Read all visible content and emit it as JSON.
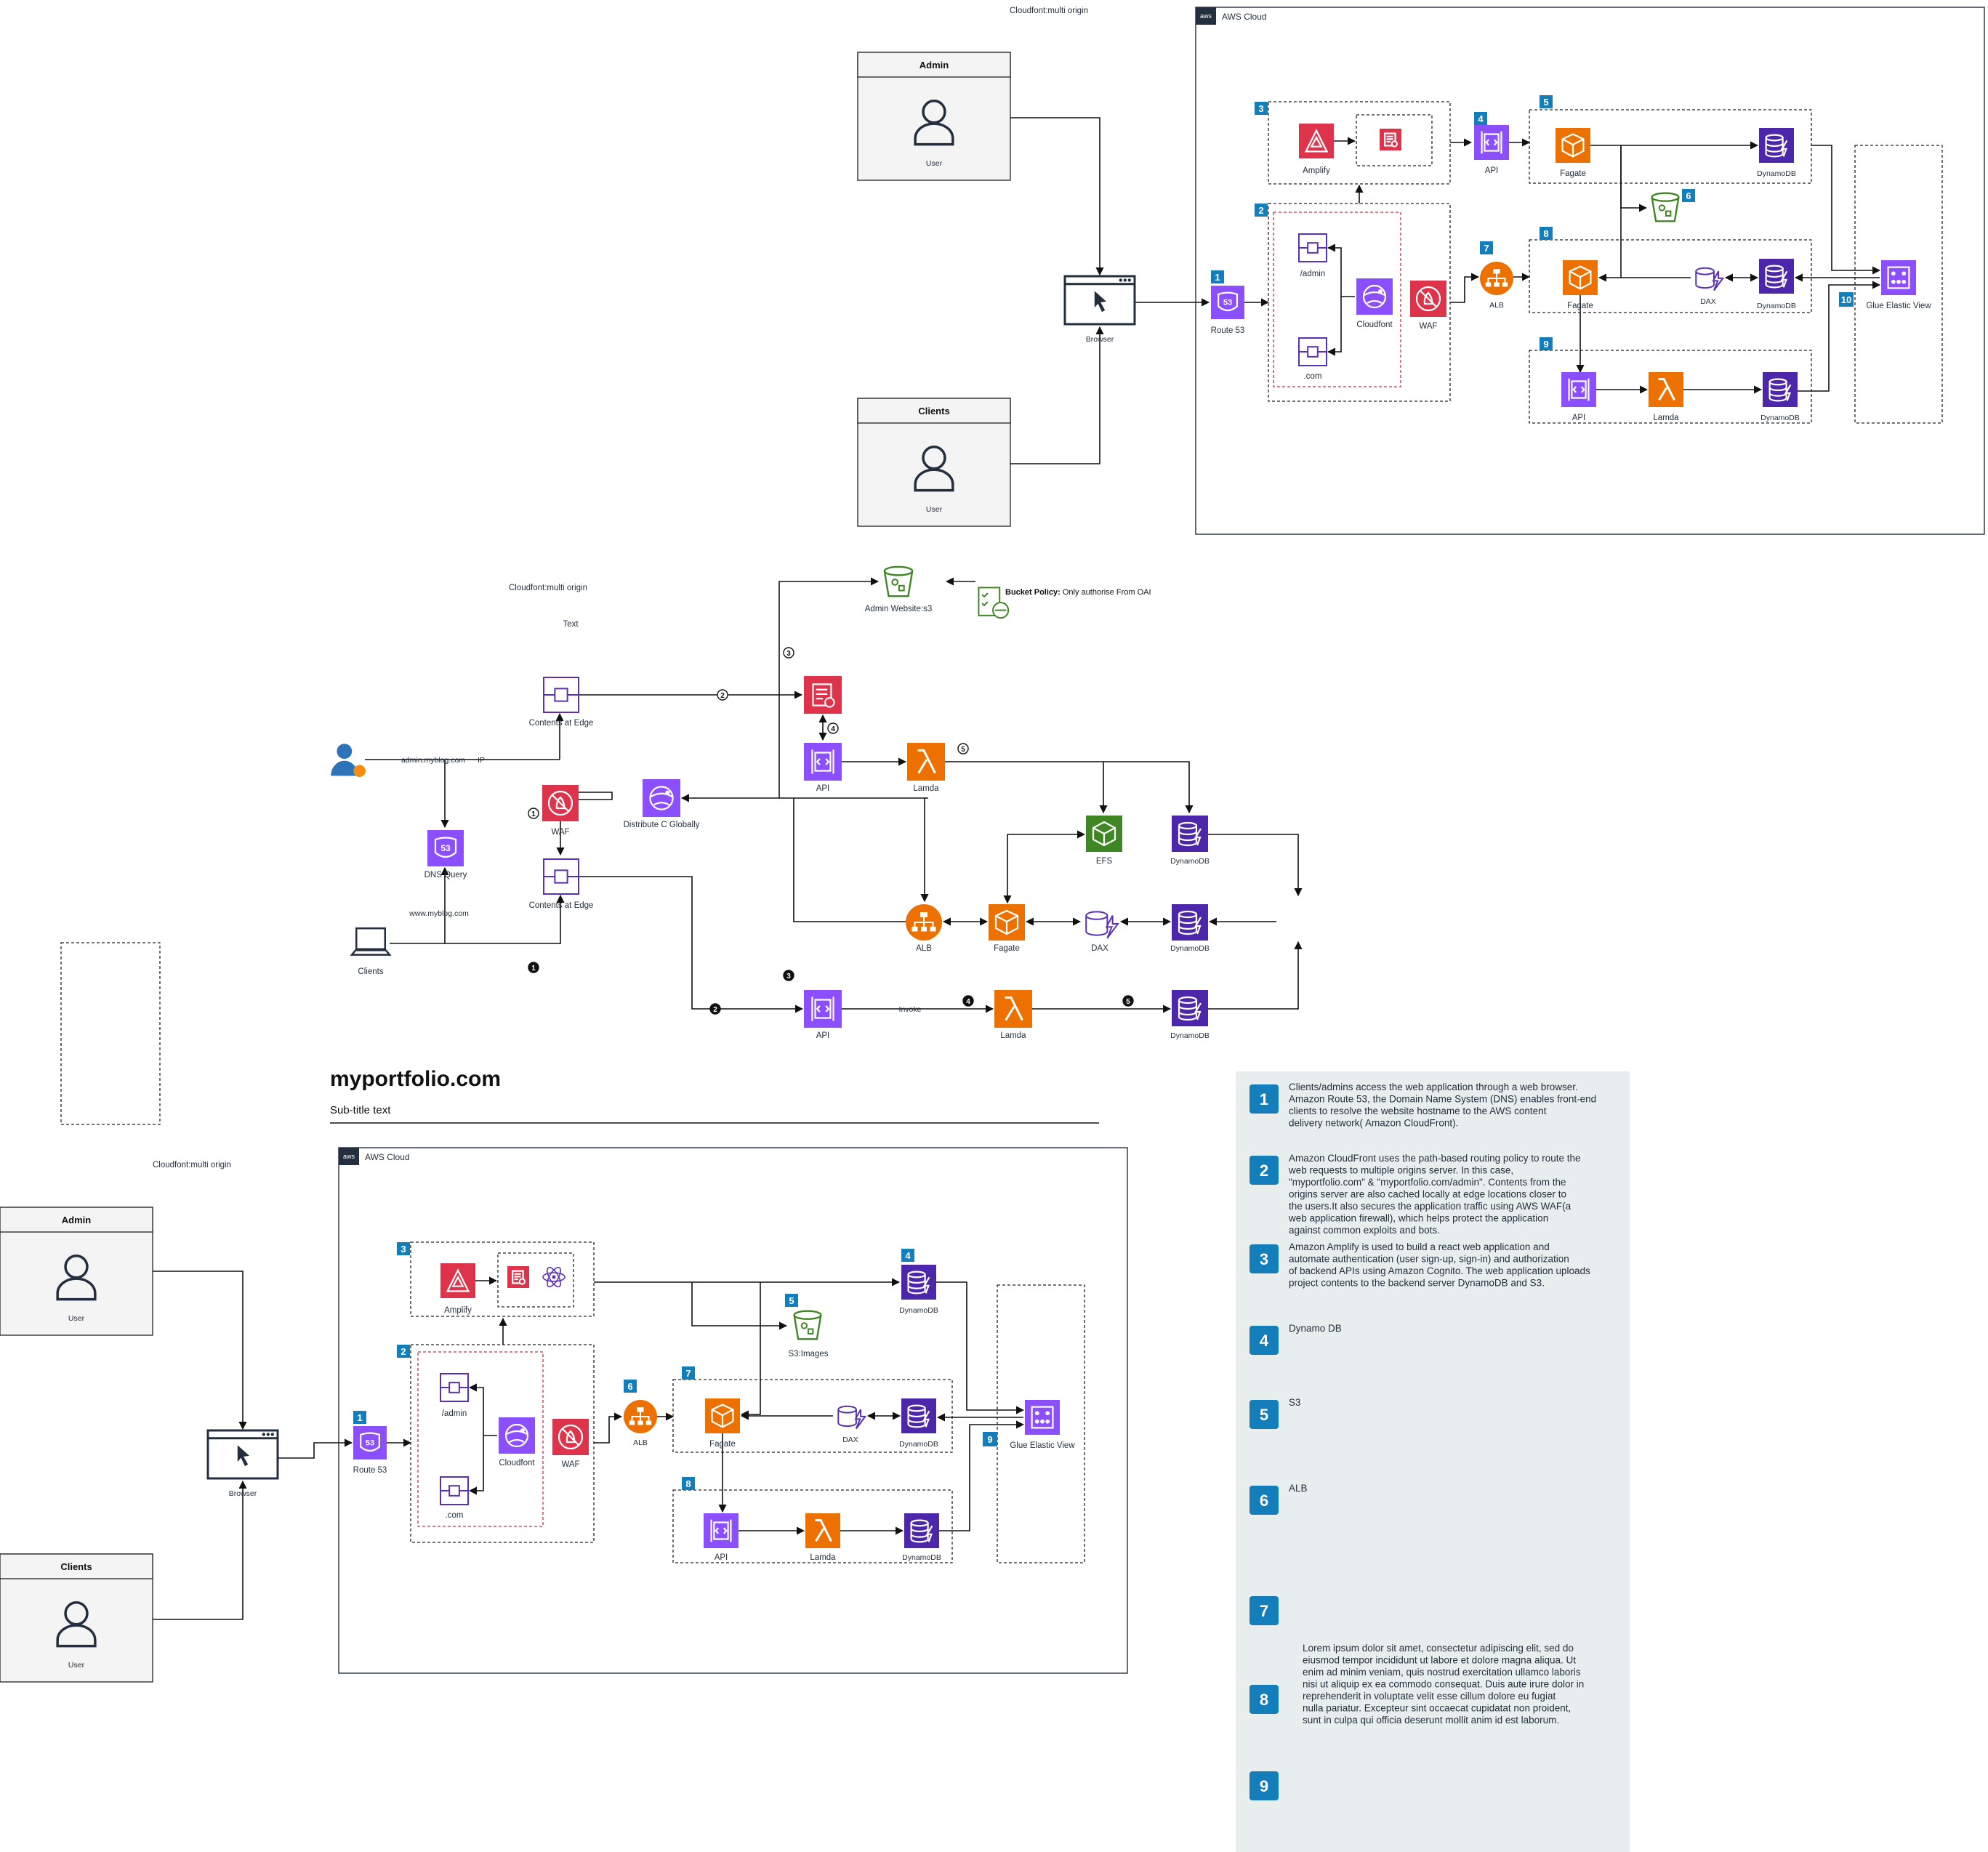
{
  "colors": {
    "purple": "#8c4fff",
    "purple_dark": "#5a30b5",
    "red": "#dd344c",
    "orange": "#ed7100",
    "green": "#3f8624",
    "blue_db": "#4d27aa",
    "badge": "#147eba",
    "legend_bg": "#e8eeee",
    "aws_logo_bg": "#232f3e"
  },
  "diagram1": {
    "top_caption": "Cloudfont:multi origin",
    "aws_cloud_label": "AWS Cloud",
    "aws_logo_text": "aws",
    "admin_box": {
      "title": "Admin",
      "user_label": "User"
    },
    "clients_box": {
      "title": "Clients",
      "user_label": "User"
    },
    "browser_label": "Browser",
    "route53_label": "Route 53",
    "amplify_label": "Amplify",
    "api_label": "API",
    "fagate_label": "Fagate",
    "dynamodb_label": "DynamoDB",
    "admin_path_label": "/admin",
    "com_path_label": ".com",
    "cloudfont_label": "Cloudfont",
    "waf_label": "WAF",
    "alb_label": "ALB",
    "dax_label": "DAX",
    "lamda_label": "Lamda",
    "glue_label": "Glue Elastic View",
    "badges": [
      "1",
      "2",
      "3",
      "4",
      "5",
      "6",
      "7",
      "8",
      "9",
      "10"
    ]
  },
  "diagram2": {
    "caption": "Cloudfont:multi origin",
    "text_label": "Text",
    "admin_site_label": "Admin Website:s3",
    "bucket_policy_bold": "Bucket Policy:",
    "bucket_policy_rest": " Only authorise From OAI",
    "contents_edge_label": "Contents at Edge",
    "admin_url": "admin.myblog.com",
    "ip_label": "IP",
    "waf_label": "WAF",
    "distribute_label": "Distribute C Globally",
    "dns_label": "DNS Query",
    "www_url": "www.myblog.com",
    "clients_label": "Clients",
    "api_label": "API",
    "lamda_label": "Lamda",
    "efs_label": "EFS",
    "dynamodb_label": "DynamoDB",
    "alb_label": "ALB",
    "fagate_label": "Fagate",
    "dax_label": "DAX",
    "invoke_label": "Invoke",
    "outline_steps": [
      "1",
      "2",
      "3",
      "4",
      "5"
    ],
    "solid_steps": [
      "1",
      "2",
      "3",
      "4",
      "5"
    ]
  },
  "diagram3": {
    "title": "myportfolio.com",
    "subtitle": "Sub-title text",
    "caption": "Cloudfont:multi origin",
    "aws_cloud_label": "AWS Cloud",
    "aws_logo_text": "aws",
    "admin_box": {
      "title": "Admin",
      "user_label": "User"
    },
    "clients_box": {
      "title": "Clients",
      "user_label": "User"
    },
    "browser_label": "Browser",
    "route53_label": "Route 53",
    "amplify_label": "Amplify",
    "dynamodb_label": "DynamoDB",
    "s3_images_label": "S3:Images",
    "admin_path_label": "/admin",
    "com_path_label": ".com",
    "cloudfont_label": "Cloudfont",
    "waf_label": "WAF",
    "alb_label": "ALB",
    "fagate_label": "Fagate",
    "dax_label": "DAX",
    "api_label": "API",
    "lamda_label": "Lamda",
    "glue_label": "Glue Elastic View",
    "badges": [
      "1",
      "2",
      "3",
      "4",
      "5",
      "6",
      "7",
      "8",
      "9"
    ]
  },
  "legend": {
    "items": [
      {
        "num": "1",
        "text": "Clients/admins access the web application through a web browser. Amazon Route 53, the Domain Name System (DNS) enables front-end clients to resolve the website hostname to the AWS content delivery network( Amazon CloudFront)."
      },
      {
        "num": "2",
        "text": "Amazon CloudFront uses the path-based routing policy to route the web requests to multiple origins server. In this case, \"myportfolio.com\" & \"myportfolio.com/admin\". Contents from the origins server are also cached locally at edge locations closer to the users.It also secures the application traffic using AWS WAF(a web application firewall), which helps protect the application against common exploits and bots."
      },
      {
        "num": "3",
        "text": "Amazon Amplify is used to build a react web application and automate authentication (user sign-up, sign-in) and authorization of backend APIs using Amazon Cognito. The web application uploads project contents to the backend server DynamoDB and S3."
      },
      {
        "num": "4",
        "text": "Dynamo DB"
      },
      {
        "num": "5",
        "text": "S3"
      },
      {
        "num": "6",
        "text": "ALB"
      },
      {
        "num": "7",
        "text": ""
      },
      {
        "num": "8",
        "text": "Lorem ipsum dolor sit amet, consectetur adipiscing elit, sed do eiusmod tempor incididunt ut labore et dolore magna aliqua. Ut enim ad minim veniam, quis nostrud exercitation ullamco laboris nisi ut aliquip ex ea commodo consequat. Duis aute irure dolor in reprehenderit in voluptate velit esse cillum dolore eu fugiat nulla pariatur. Excepteur sint occaecat cupidatat non proident, sunt in culpa qui officia deserunt mollit anim id est laborum."
      },
      {
        "num": "9",
        "text": ""
      }
    ]
  }
}
